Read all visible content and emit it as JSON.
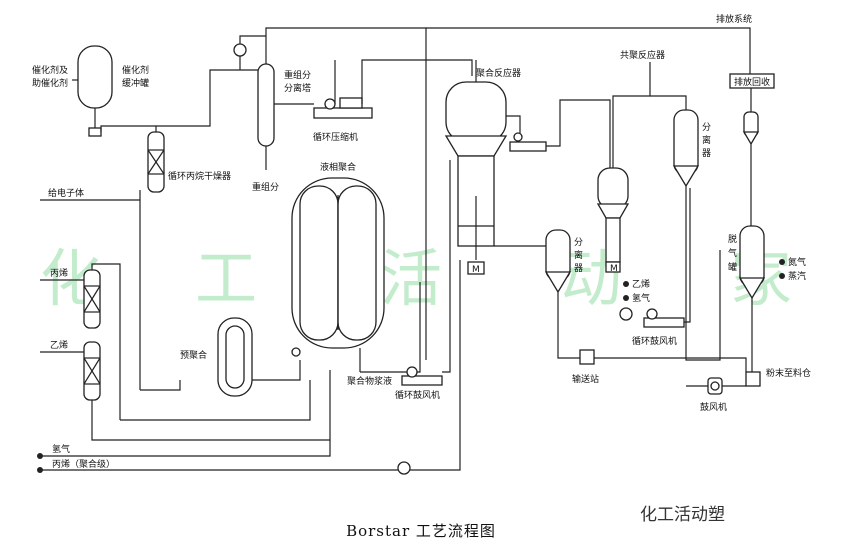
{
  "caption": "Borstar 工艺流程图",
  "watermark_bg": [
    "化",
    "工",
    "活",
    "动",
    "家"
  ],
  "watermark_corner": "化工活动塑",
  "labels": {
    "catalyst_feed": "催化剂及",
    "catalyst_feed2": "助催化剂",
    "catalyst_buffer": "催化剂",
    "catalyst_buffer2": "缓冲罐",
    "heavy_col": "重组分",
    "heavy_col2": "分离塔",
    "heavy_out": "重组分",
    "recycle_comp": "循环压缩机",
    "recycle_dryer": "循环丙烷干燥器",
    "electron_donor": "给电子体",
    "propylene": "丙烯",
    "ethylene": "乙烯",
    "liquid_poly": "液相聚合",
    "prepoly": "预聚合",
    "slurry": "聚合物浆液",
    "blower1": "循环鼓风机",
    "hydrogen": "氢气",
    "propylene_grade": "丙烯（聚合级）",
    "reactor": "聚合反应器",
    "copoly_reactor": "共聚反应器",
    "separator1": "分",
    "separator1b": "离",
    "separator1c": "器",
    "separator2": "分",
    "separator2b": "离",
    "separator2c": "器",
    "ethylene2": "乙烯",
    "hydrogen2": "氢气",
    "blower2": "循环鼓风机",
    "transfer": "输送站",
    "vent_sys": "排放系统",
    "vent_recov": "排放回收",
    "degas1": "脱",
    "degas2": "气",
    "degas3": "罐",
    "nitrogen": "氮气",
    "steam": "蒸汽",
    "blower3": "鼓风机",
    "powder": "粉末至料仓",
    "m1": "M",
    "m2": "M"
  }
}
